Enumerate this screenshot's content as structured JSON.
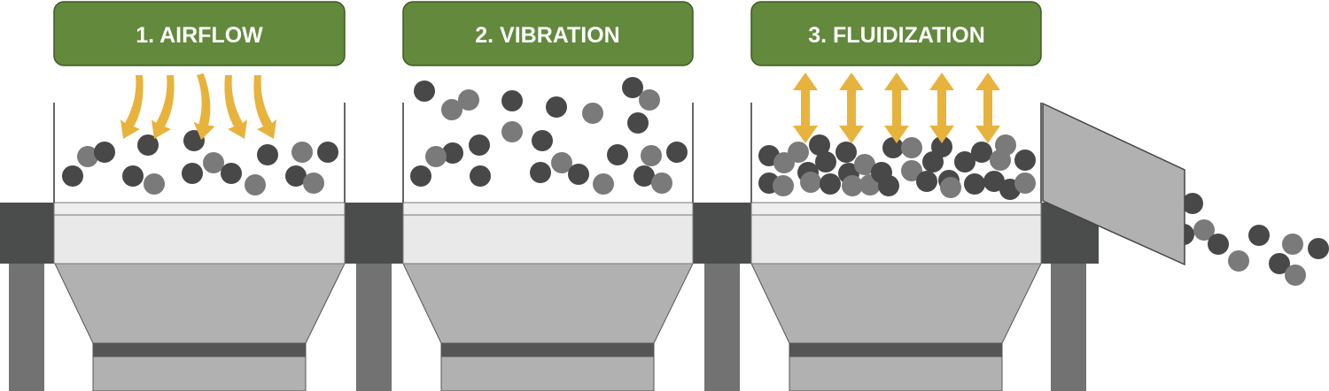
{
  "stages": [
    {
      "label": "1. AIRFLOW",
      "icon": "airflow-arrows-icon"
    },
    {
      "label": "2. VIBRATION",
      "icon": "particles-icon"
    },
    {
      "label": "3. FLUIDIZATION",
      "icon": "bidirectional-arrows-icon"
    }
  ],
  "colors": {
    "header_green": "#62893c",
    "arrow_gold": "#e8b33c",
    "particle_dark": "#474847",
    "particle_light": "#7a7a7a",
    "frame_dark": "#4b4d4c",
    "leg_gray": "#727272",
    "hopper_gray": "#b1b1b1",
    "tray_light": "#eeeeee"
  }
}
